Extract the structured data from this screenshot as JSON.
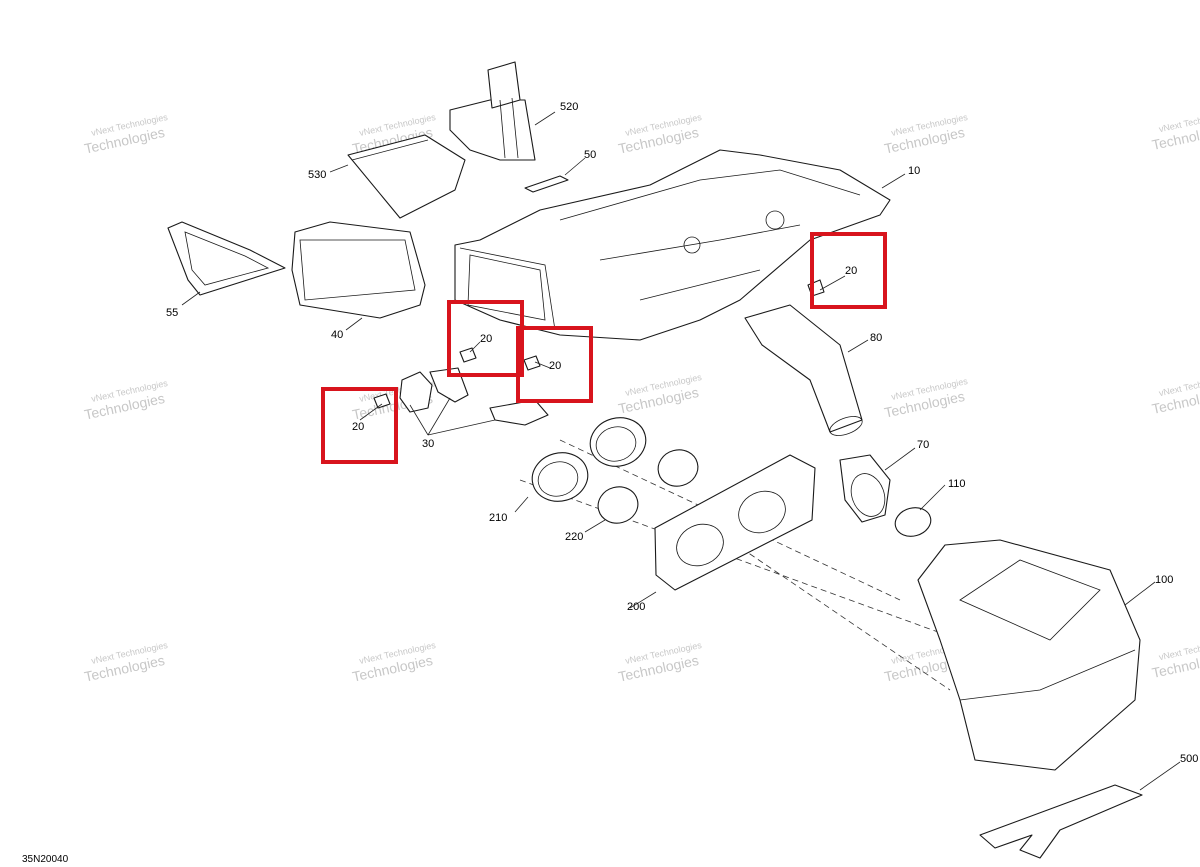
{
  "watermark": {
    "line1": "vNext Technologies",
    "line2": "Technologies"
  },
  "diagram_code": "35N20040",
  "highlight_color": "#d8141d",
  "callouts": {
    "p520": "520",
    "p50": "50",
    "p530": "530",
    "p10": "10",
    "p55": "55",
    "p40": "40",
    "p20a": "20",
    "p20b": "20",
    "p20c": "20",
    "p20d": "20",
    "p80": "80",
    "p30": "30",
    "p70": "70",
    "p110": "110",
    "p210": "210",
    "p220": "220",
    "p200": "200",
    "p100": "100",
    "p500": "500"
  }
}
